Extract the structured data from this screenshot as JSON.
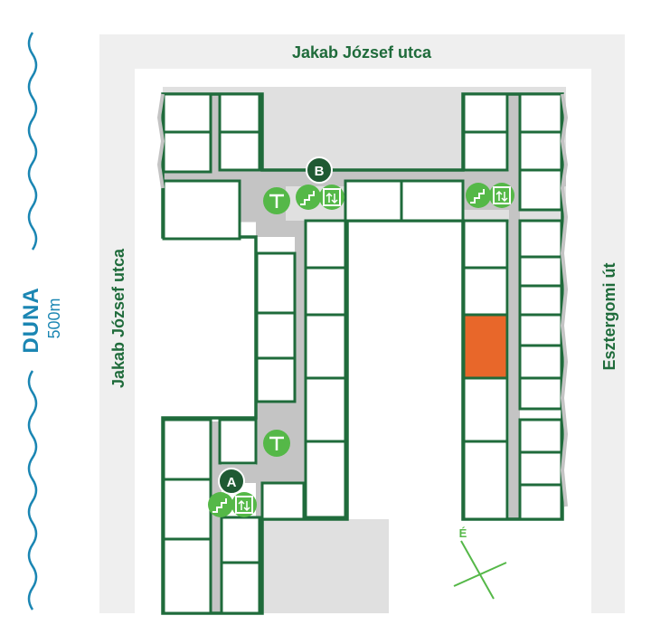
{
  "streets": {
    "north": "Jakab József utca",
    "west": "Jakab József utca",
    "east": "Esztergomi út"
  },
  "river": {
    "name": "DUNA",
    "distance": "500m"
  },
  "entrances": [
    {
      "label": "B"
    },
    {
      "label": "A"
    }
  ],
  "amenities": {
    "toilet": "toilet-icon",
    "stairs": "stairs-icon",
    "elevator": "elevator-icon"
  },
  "compass": {
    "label": "É"
  },
  "colors": {
    "wall": "#1f6b3b",
    "corridor": "#c4c4c4",
    "courtyard": "#e0e0e0",
    "ground": "#efefef",
    "icon_green": "#55b848",
    "highlight": "#e8672a",
    "river": "#1b86b3"
  }
}
